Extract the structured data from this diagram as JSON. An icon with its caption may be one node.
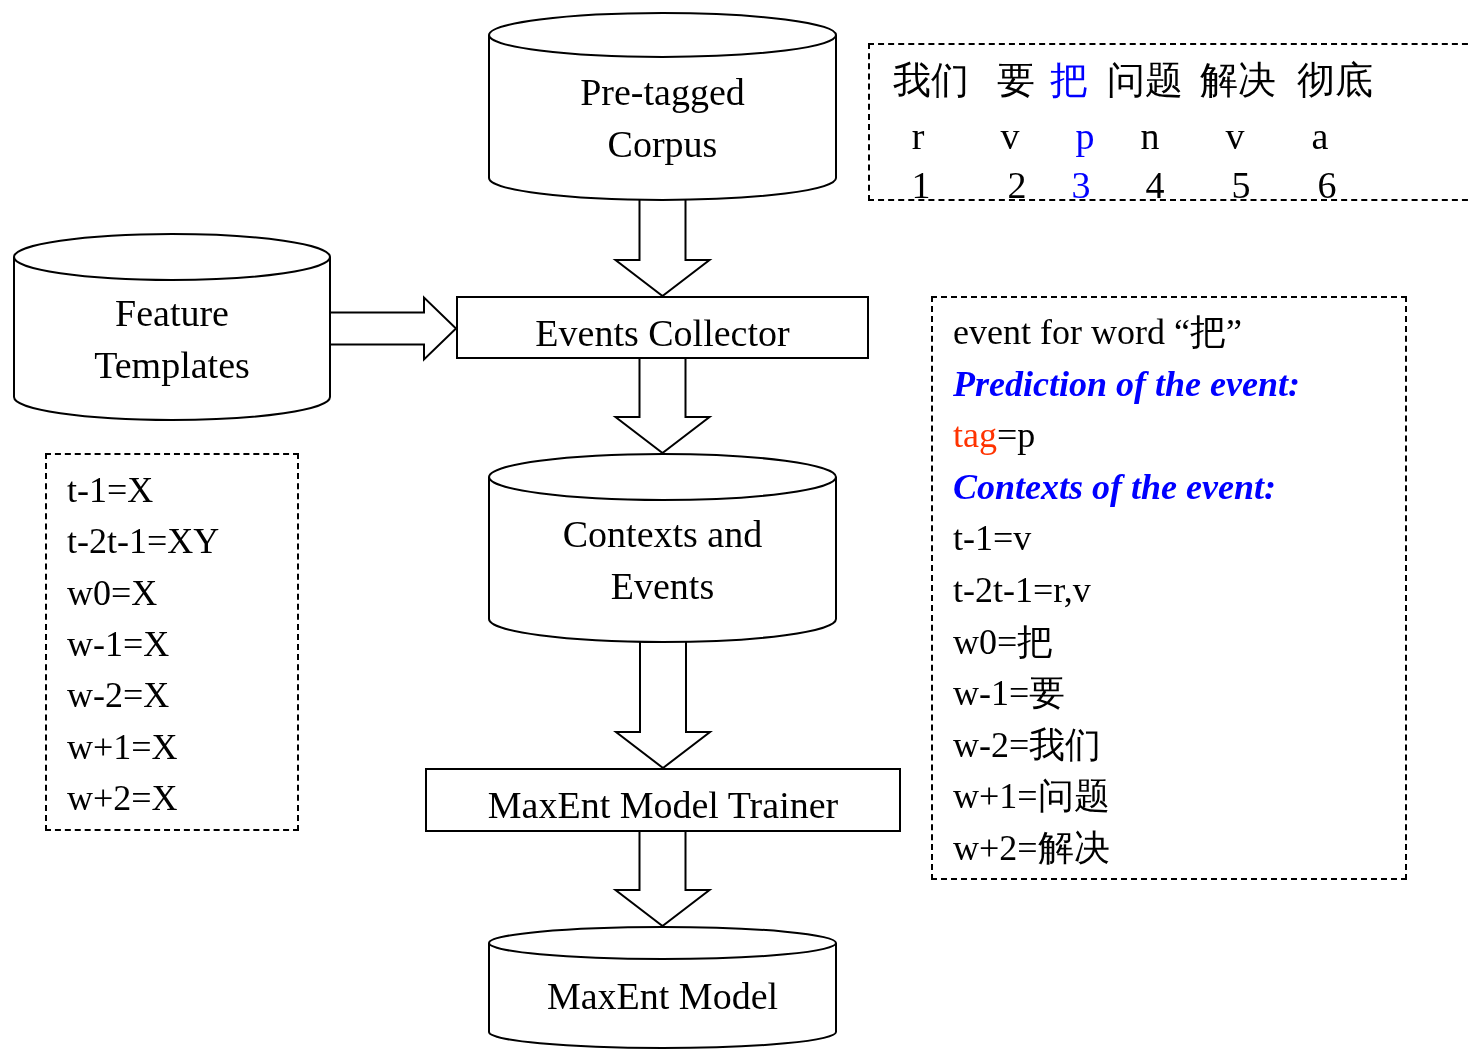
{
  "diagram": {
    "nodes": [
      {
        "text": [
          "Pre-tagged Corpus"
        ]
      },
      {
        "text": [
          "Feature Templates"
        ]
      },
      {
        "text": [
          "Events Collector"
        ]
      },
      {
        "text": [
          "Contexts and Events"
        ]
      },
      {
        "text": [
          "MaxEnt Model Trainer"
        ]
      },
      {
        "text": [
          "MaxEnt Model"
        ]
      },
      {
        "text": [
          "我们 要 把 问题 解决 彻底",
          "r v p n v a",
          "1 2 3 4 5 6"
        ]
      },
      {
        "text": [
          "t-1=X",
          "t-2t-1=XY",
          "w0=X",
          "w-1=X",
          "w-2=X",
          "w+1=X",
          "w+2=X"
        ]
      },
      {
        "text": [
          "event for word “把”",
          "Prediction of  the event:",
          "tag=p",
          "Contexts of the event:",
          "t-1=v",
          "t-2t-1=r,v",
          "w0=把",
          "w-1=要",
          "w-2=我们",
          "w+1=问题",
          "w+2=解决"
        ]
      }
    ],
    "edges": [
      {
        "from": 0,
        "to": 2,
        "arrow": "to"
      },
      {
        "from": 1,
        "to": 2,
        "arrow": "to"
      },
      {
        "from": 2,
        "to": 3,
        "arrow": "to"
      },
      {
        "from": 3,
        "to": 4,
        "arrow": "to"
      },
      {
        "from": 4,
        "to": 5,
        "arrow": "to"
      }
    ]
  }
}
